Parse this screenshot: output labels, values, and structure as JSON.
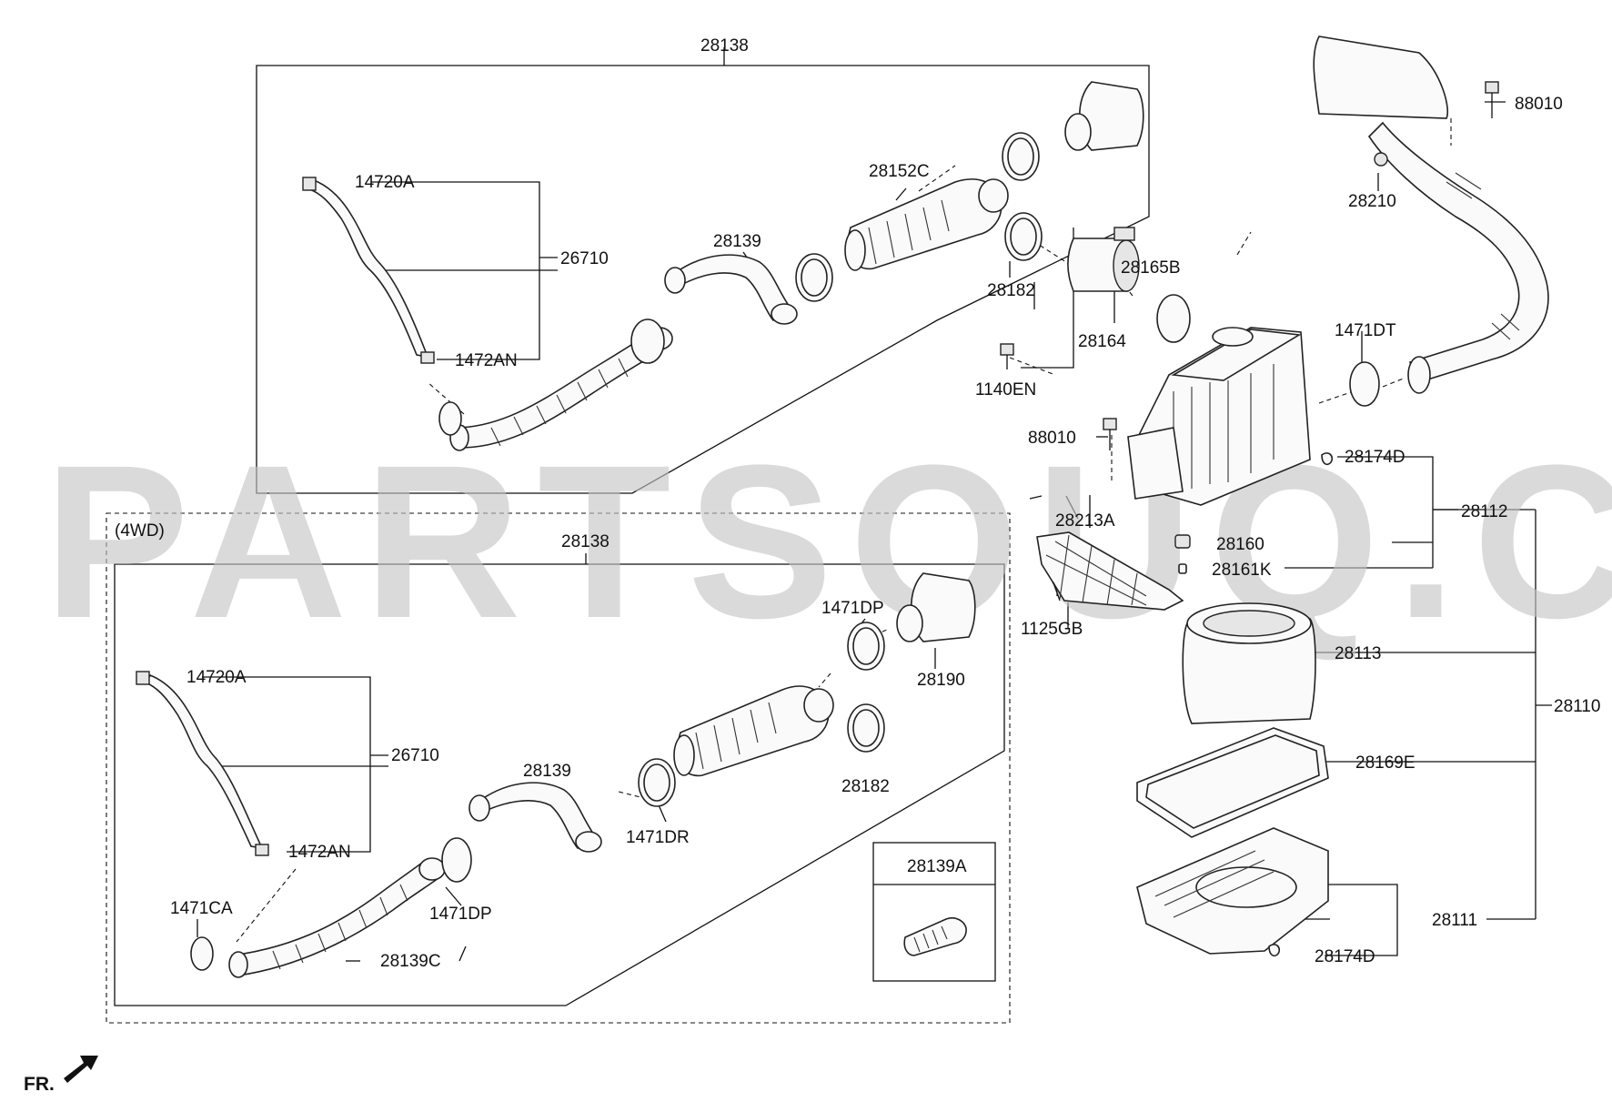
{
  "watermark": "PARTSOUQ.COM",
  "front_indicator": "FR.",
  "section_4wd": "(4WD)",
  "labels": {
    "p28138_top": "28138",
    "p28138_bot": "28138",
    "p14720A_top": "14720A",
    "p14720A_bot": "14720A",
    "p26710_top": "26710",
    "p26710_bot": "26710",
    "p1472AN_top": "1472AN",
    "p1472AN_bot": "1472AN",
    "p28152C": "28152C",
    "p28139_top": "28139",
    "p28139_bot": "28139",
    "p28182_top": "28182",
    "p28182_bot": "28182",
    "p28165B": "28165B",
    "p28164": "28164",
    "p1140EN": "1140EN",
    "p88010_top": "88010",
    "p88010_mid": "88010",
    "p28210": "28210",
    "p1471DT": "1471DT",
    "p28174D_top": "28174D",
    "p28174D_bot": "28174D",
    "p28112": "28112",
    "p28160": "28160",
    "p28161K": "28161K",
    "p28213A": "28213A",
    "p1125GB": "1125GB",
    "p28113": "28113",
    "p28110": "28110",
    "p28169E": "28169E",
    "p28111": "28111",
    "p1471DP_a": "1471DP",
    "p1471DP_b": "1471DP",
    "p28190": "28190",
    "p1471DR": "1471DR",
    "p1471CA": "1471CA",
    "p28139C": "28139C",
    "p28139A": "28139A"
  }
}
